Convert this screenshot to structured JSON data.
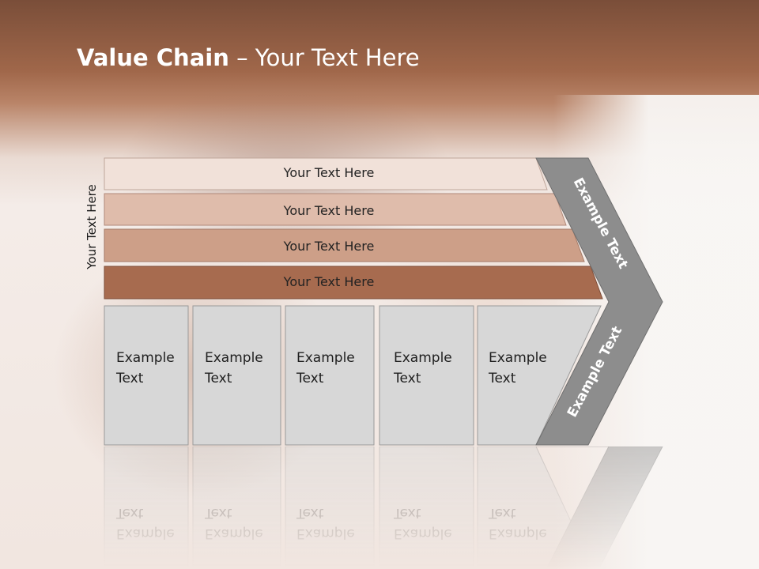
{
  "title": {
    "bold": "Value Chain",
    "rest": " – Your Text Here"
  },
  "side_label": "Your Text Here",
  "bands": [
    {
      "label": "Your Text Here",
      "color": "#f1e1d9"
    },
    {
      "label": "Your Text Here",
      "color": "#dfbcab"
    },
    {
      "label": "Your Text Here",
      "color": "#cd9f88"
    },
    {
      "label": "Your Text Here",
      "color": "#a76b4f"
    }
  ],
  "boxes": [
    {
      "line1": "Example",
      "line2": "Text"
    },
    {
      "line1": "Example",
      "line2": "Text"
    },
    {
      "line1": "Example",
      "line2": "Text"
    },
    {
      "line1": "Example",
      "line2": "Text"
    },
    {
      "line1": "Example",
      "line2": "Text"
    }
  ],
  "chevron": {
    "upper": "Example Text",
    "lower": "Example Text",
    "color": "#8d8d8d"
  },
  "box_color": "#d7d7d7"
}
